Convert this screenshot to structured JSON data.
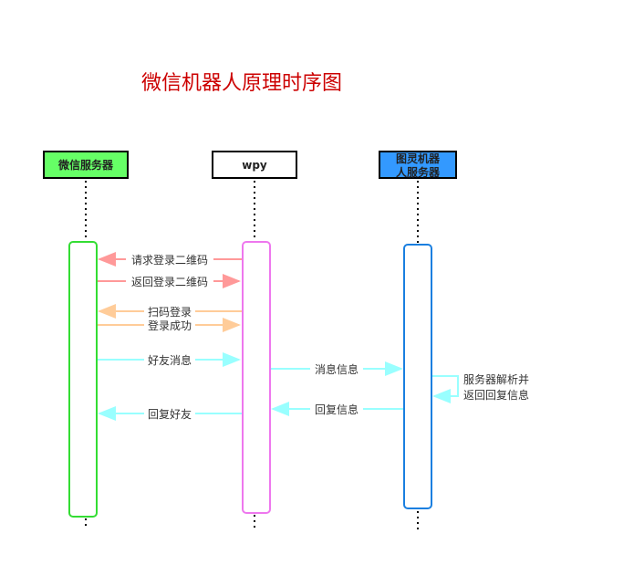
{
  "title": "微信机器人原理时序图",
  "participants": [
    {
      "label": "微信服务器",
      "fill": "#66FF66",
      "lifeline_color": "#33DD33"
    },
    {
      "label": "wpy",
      "fill": "#FFFFFF",
      "lifeline_color": "#EE77EE"
    },
    {
      "label_line1": "图灵机器",
      "label_line2": "人服务器",
      "fill": "#3399FF",
      "lifeline_color": "#1A7FE0"
    }
  ],
  "messages": [
    {
      "label": "请求登录二维码",
      "color": "#FF9999"
    },
    {
      "label": "返回登录二维码",
      "color": "#FF9999"
    },
    {
      "label": "扫码登录",
      "color": "#FFCC99"
    },
    {
      "label": "登录成功",
      "color": "#FFCC99"
    },
    {
      "label": "好友消息",
      "color": "#99FFFF"
    },
    {
      "label": "消息信息",
      "color": "#99FFFF"
    },
    {
      "label": "回复信息",
      "color": "#99FFFF"
    },
    {
      "label": "回复好友",
      "color": "#99FFFF"
    }
  ],
  "self_message": {
    "line1": "服务器解析并",
    "line2": "返回回复信息",
    "color": "#99FFFF"
  }
}
